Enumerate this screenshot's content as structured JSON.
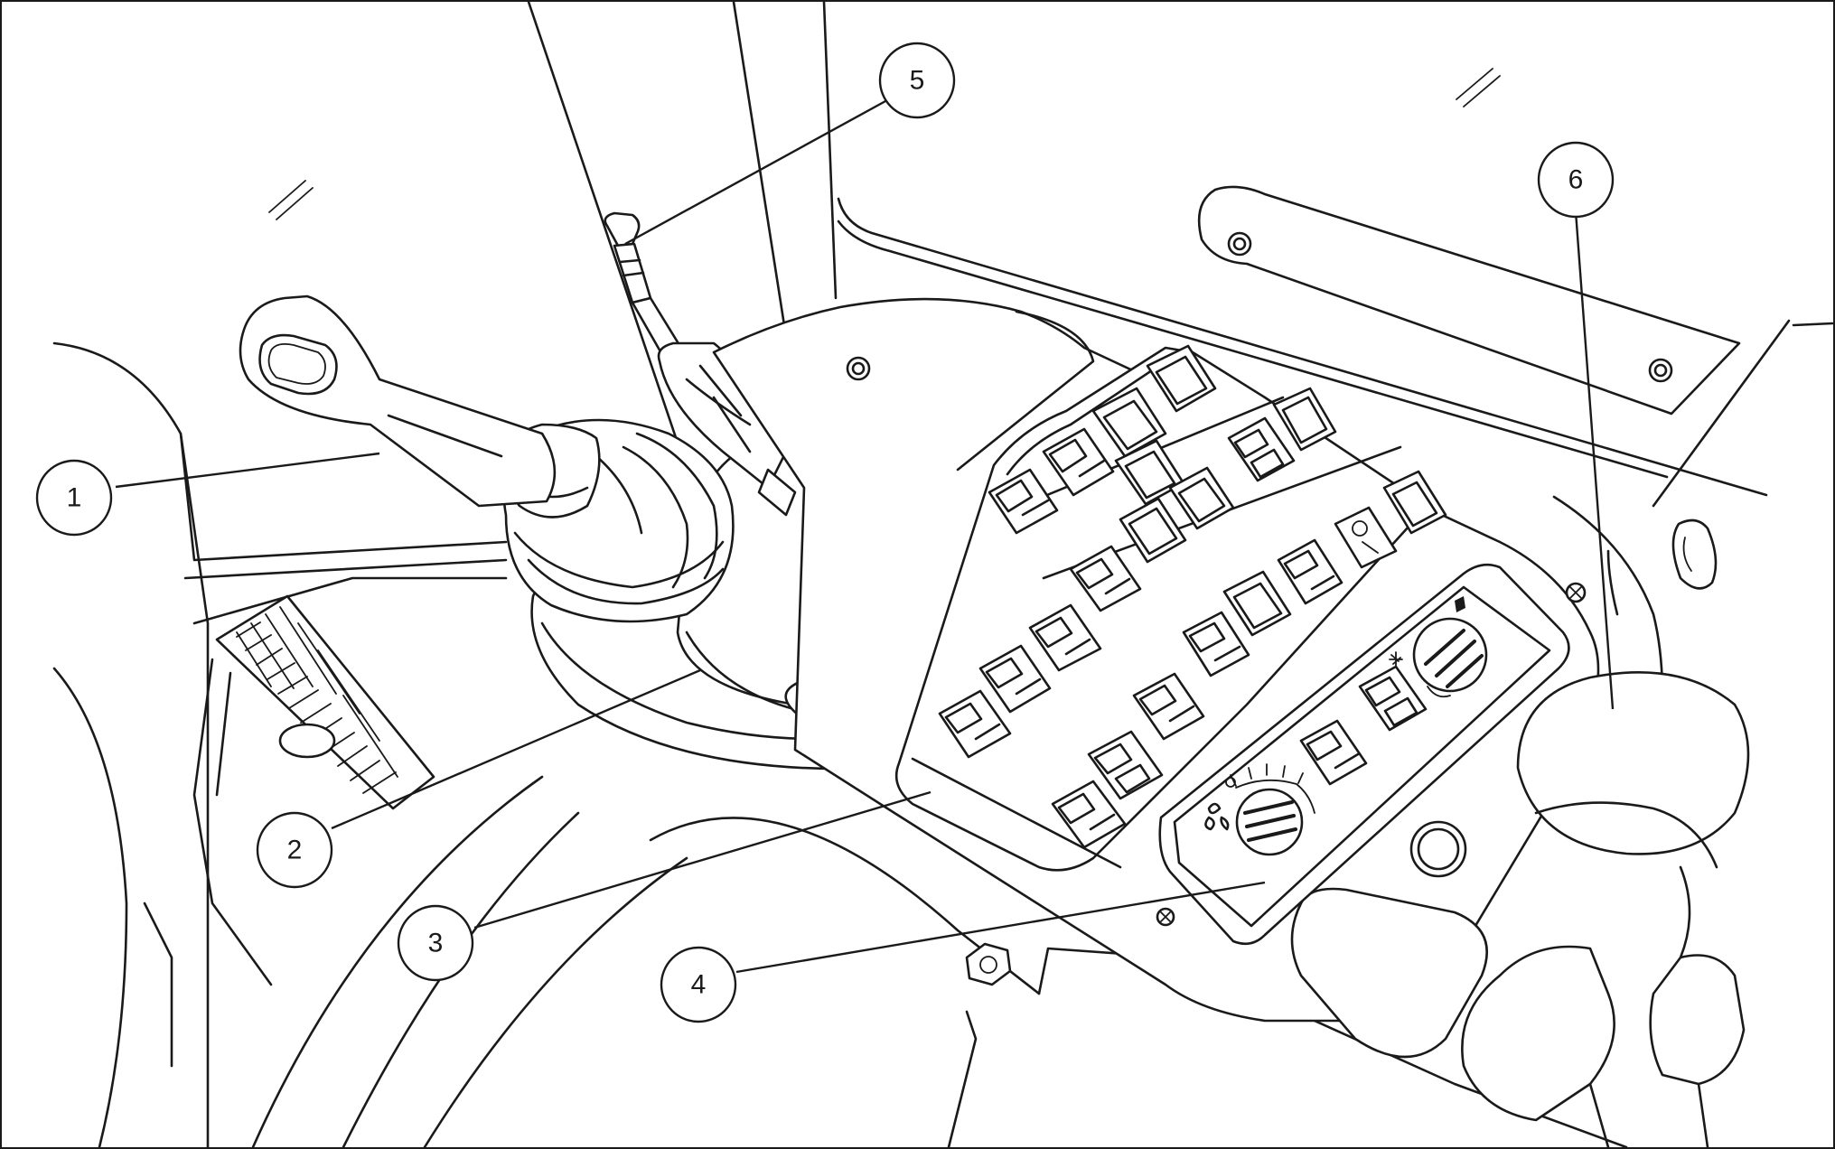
{
  "colors": {
    "line": "#1a1a1a",
    "background": "#ffffff"
  },
  "callouts": [
    {
      "label": "1",
      "part": "joystick-handle"
    },
    {
      "label": "2",
      "part": "armrest"
    },
    {
      "label": "3",
      "part": "switch-panel"
    },
    {
      "label": "4",
      "part": "heater-control-panel"
    },
    {
      "label": "5",
      "part": "lever"
    },
    {
      "label": "6",
      "part": "cup-holder"
    }
  ]
}
